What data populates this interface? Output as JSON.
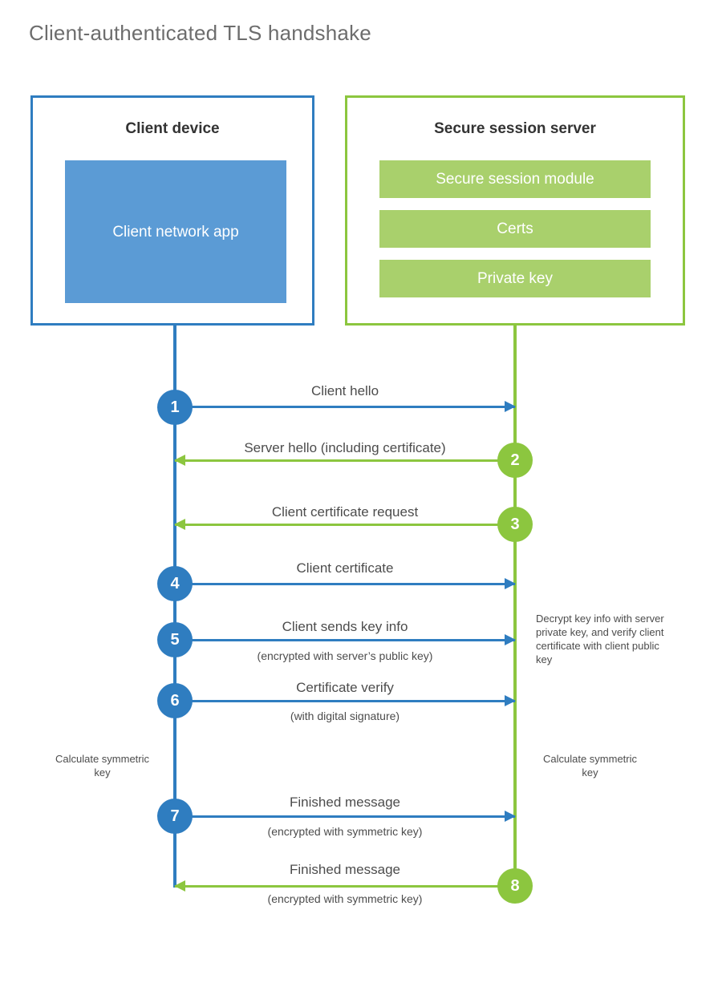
{
  "title": "Client-authenticated TLS handshake",
  "colors": {
    "client_blue": "#2f7dc0",
    "client_app_fill": "#5b9bd5",
    "server_green": "#8cc63f",
    "module_fill": "#a9d06c",
    "text": "#4c4c4c",
    "title_text": "#6d6d6d"
  },
  "client": {
    "title": "Client device",
    "app_label": "Client network app"
  },
  "server": {
    "title": "Secure session server",
    "modules": [
      {
        "label": "Secure session module"
      },
      {
        "label": "Certs"
      },
      {
        "label": "Private key"
      }
    ]
  },
  "steps": [
    {
      "number": "1",
      "label": "Client hello",
      "sub": "",
      "direction": "client-to-server",
      "color": "blue"
    },
    {
      "number": "2",
      "label": "Server hello (including certificate)",
      "sub": "",
      "direction": "server-to-client",
      "color": "green"
    },
    {
      "number": "3",
      "label": "Client certificate request",
      "sub": "",
      "direction": "server-to-client",
      "color": "green"
    },
    {
      "number": "4",
      "label": "Client certificate",
      "sub": "",
      "direction": "client-to-server",
      "color": "blue"
    },
    {
      "number": "5",
      "label": "Client sends key info",
      "sub": "(encrypted with server’s public key)",
      "direction": "client-to-server",
      "color": "blue"
    },
    {
      "number": "6",
      "label": "Certificate verify",
      "sub": "(with digital signature)",
      "direction": "client-to-server",
      "color": "blue"
    },
    {
      "number": "7",
      "label": "Finished message",
      "sub": "(encrypted with symmetric key)",
      "direction": "client-to-server",
      "color": "blue"
    },
    {
      "number": "8",
      "label": "Finished message",
      "sub": "(encrypted with symmetric key)",
      "direction": "server-to-client",
      "color": "green"
    }
  ],
  "notes": {
    "server_decrypt": "Decrypt key info with server private key, and verify client certificate with client public key",
    "client_calculate": "Calculate symmetric key",
    "server_calculate": "Calculate symmetric key"
  }
}
